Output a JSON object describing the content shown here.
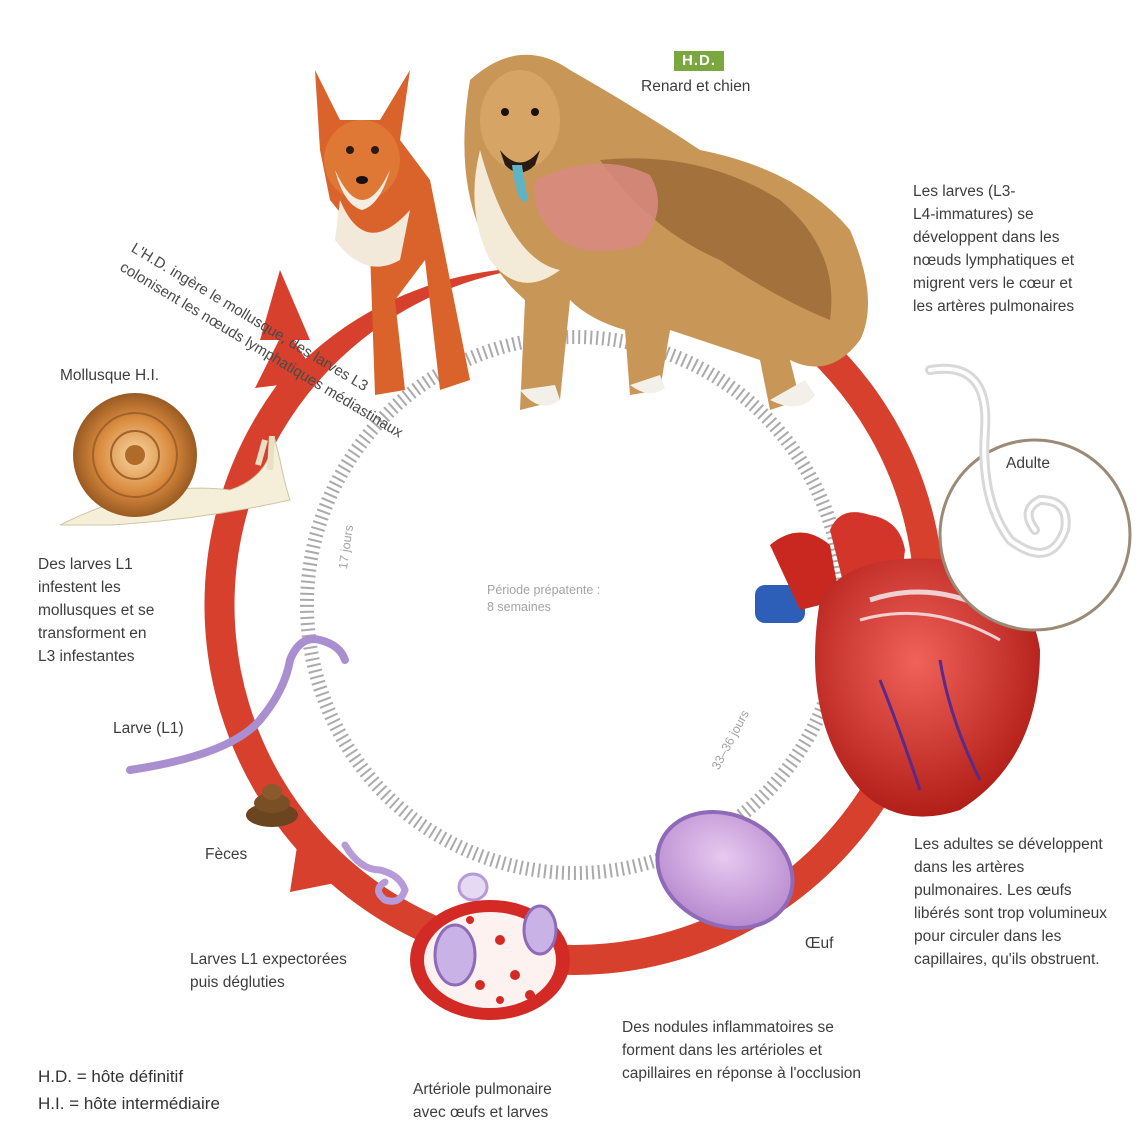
{
  "colors": {
    "cycle": "#d6402c",
    "host_badge": "#7aa83f",
    "heart": "#c8281f",
    "larva": "#a98fcf"
  },
  "host": {
    "badge": "H.D.",
    "label": "Renard et chien"
  },
  "steps": {
    "larvae_migrate": "Les larves (L3-\nL4-immatures) se\ndéveloppent dans les\nnœuds lymphatiques et\nmigrent vers le cœur et\nles artères pulmonaires",
    "ingestion": "L'H.D. ingère le mollusque, des larves L3\ncolonisent les nœuds lymphatiques médiastinaux",
    "mollusc": "Mollusque H.I.",
    "l1_infest": "Des larves L1\ninfestent les\nmollusques et se\ntransforment en\nL3 infestantes",
    "larva_l1": "Larve (L1)",
    "feces": "Fèces",
    "expectorated": "Larves L1 expectorées\npuis dégluties",
    "arteriole": "Artériole pulmonaire\navec œufs et larves",
    "nodules": "Des nodules inflammatoires se\nforment dans les artérioles et\ncapillaires en réponse à l'occlusion",
    "egg": "Œuf",
    "adults_develop": "Les adultes se développent\ndans les artères\npulmonaires. Les œufs\nlibérés sont trop volumineux\npour circuler dans les\ncapillaires, qu'ils obstruent.",
    "adult": "Adulte"
  },
  "periods": {
    "prepatent": "Période prépatente :\n8 semaines",
    "days_17": "17 jours",
    "days_33_36": "33–36 jours"
  },
  "legend": {
    "hd": "H.D. = hôte définitif",
    "hi": "H.I. = hôte intermédiaire"
  },
  "icons": [
    "fox-icon",
    "dog-icon",
    "snail-icon",
    "larva-icon",
    "feces-icon",
    "heart-icon",
    "egg-icon",
    "adult-worm-icon",
    "arteriole-icon"
  ]
}
